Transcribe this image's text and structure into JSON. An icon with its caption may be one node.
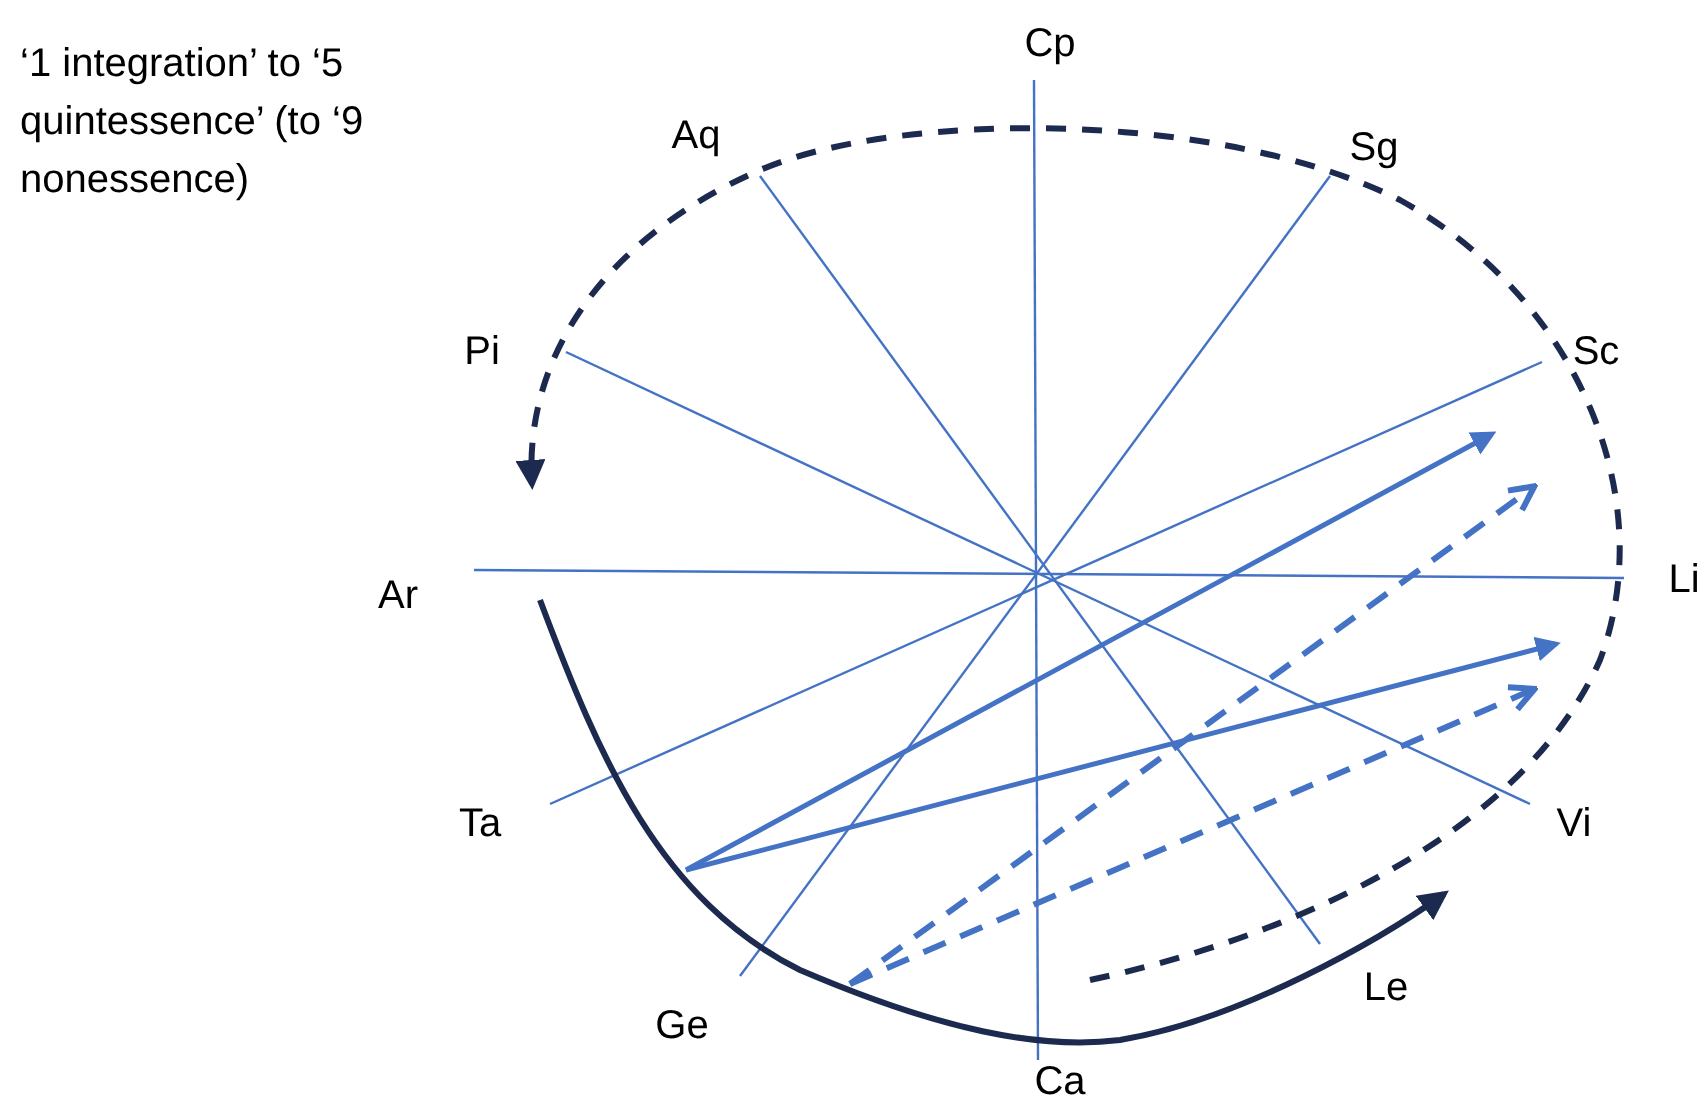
{
  "diagram": {
    "labels": [
      "‘1 integration’ to ‘5 quintessence’ (to ‘9 nonessence)",
      "Cp",
      "Aq",
      "Sg",
      "Pi",
      "Sc",
      "Ar",
      "Li",
      "Ta",
      "Vi",
      "Ge",
      "Le",
      "Ca"
    ]
  }
}
